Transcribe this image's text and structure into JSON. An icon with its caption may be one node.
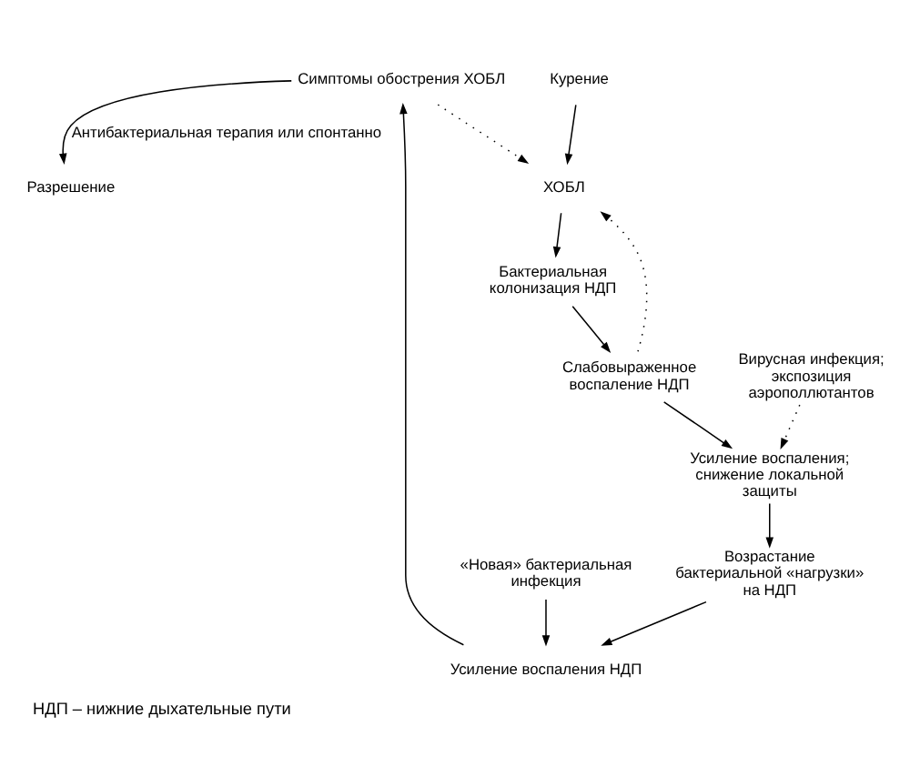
{
  "diagram": {
    "caption": "НДП – нижние дыхательные пути",
    "nodes": [
      {
        "text": [
          "Симптомы обострения ХОБЛ"
        ]
      },
      {
        "text": [
          "Разрешение"
        ]
      },
      {
        "text": [
          "Курение"
        ]
      },
      {
        "text": [
          "ХОБЛ"
        ]
      },
      {
        "text": [
          "Бактериальная колонизация НДП"
        ]
      },
      {
        "text": [
          "Слабовыраженное воспаление НДП"
        ]
      },
      {
        "text": [
          "Вирусная инфекция; экспозиция аэрополлютантов"
        ]
      },
      {
        "text": [
          "Усиление воспаления; снижение локальной защиты"
        ]
      },
      {
        "text": [
          "Усиление воспаления НДП"
        ]
      },
      {
        "text": [
          "«Новая» бактериальная инфекция"
        ]
      },
      {
        "text": [
          "Возрастание бактериальной «нагрузки» на НДП"
        ]
      }
    ],
    "edges": [
      {
        "from": 0,
        "to": 1,
        "arrow": "to",
        "label": "Антибактериальная терапия или спонтанно"
      },
      {
        "from": 0,
        "to": 3,
        "arrow": "to",
        "style": "dashed"
      },
      {
        "from": 2,
        "to": 3,
        "arrow": "to"
      },
      {
        "from": 3,
        "to": 4,
        "arrow": "to"
      },
      {
        "from": 4,
        "to": 5,
        "arrow": "to"
      },
      {
        "from": 5,
        "to": 3,
        "arrow": "to",
        "style": "dashed"
      },
      {
        "from": 5,
        "to": 7,
        "arrow": "to"
      },
      {
        "from": 6,
        "to": 7,
        "arrow": "to",
        "style": "dashed"
      },
      {
        "from": 7,
        "to": 10,
        "arrow": "to"
      },
      {
        "from": 10,
        "to": 8,
        "arrow": "to"
      },
      {
        "from": 9,
        "to": 8,
        "arrow": "to"
      },
      {
        "from": 8,
        "to": 0,
        "arrow": "to"
      }
    ]
  }
}
